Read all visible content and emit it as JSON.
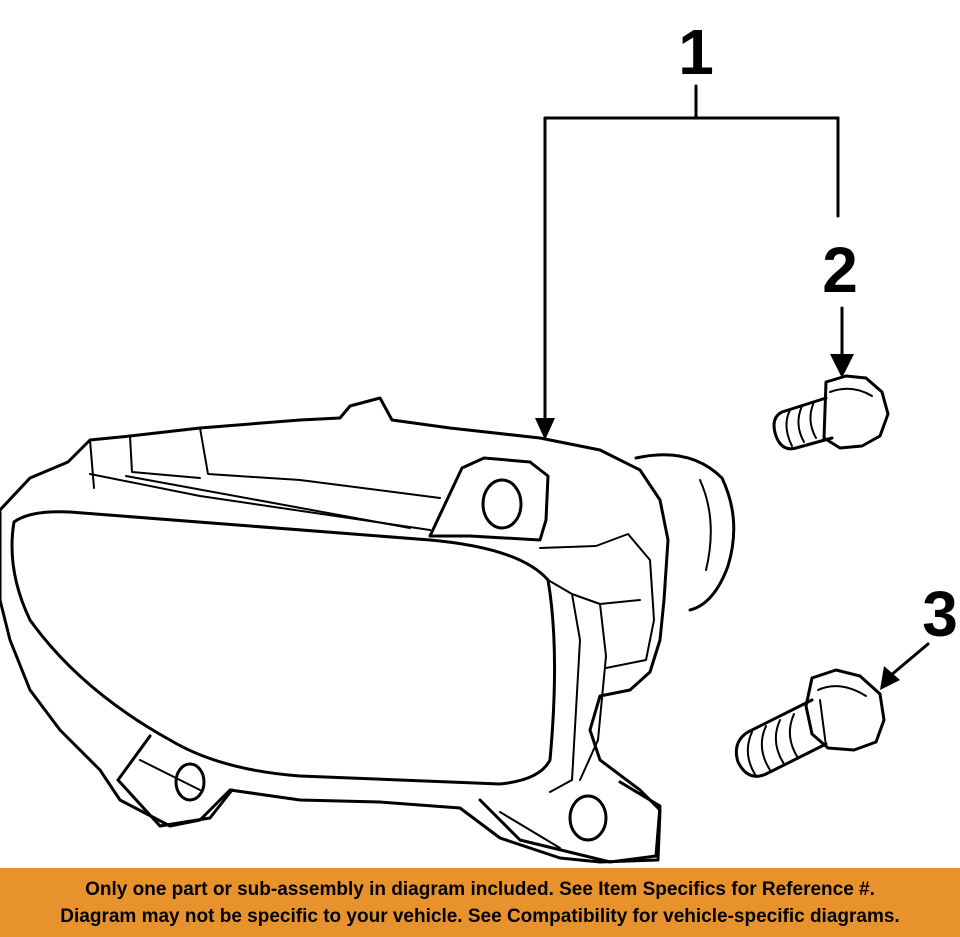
{
  "callouts": {
    "part_1": "1",
    "part_2": "2",
    "part_3": "3"
  },
  "banner": {
    "line1": "Only one part or sub-assembly in diagram included. See Item Specifics for Reference #.",
    "line2": "Diagram may not be specific to your vehicle. See Compatibility for vehicle-specific diagrams.",
    "background_color": "#e8922e"
  }
}
